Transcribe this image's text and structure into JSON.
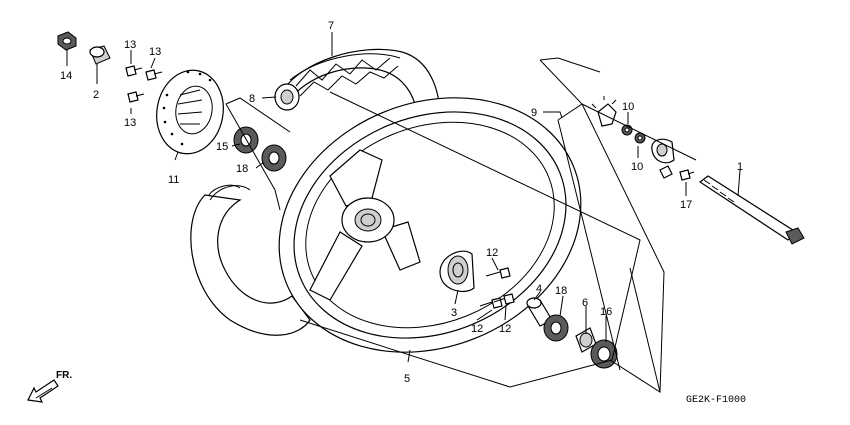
{
  "diagram": {
    "code": "GE2K-F1000",
    "direction": "FR.",
    "callouts": [
      {
        "id": "c1",
        "label": "1"
      },
      {
        "id": "c2",
        "label": "2"
      },
      {
        "id": "c3",
        "label": "3"
      },
      {
        "id": "c4",
        "label": "4"
      },
      {
        "id": "c5",
        "label": "5"
      },
      {
        "id": "c6",
        "label": "6"
      },
      {
        "id": "c7",
        "label": "7"
      },
      {
        "id": "c8",
        "label": "8"
      },
      {
        "id": "c9",
        "label": "9"
      },
      {
        "id": "c10a",
        "label": "10"
      },
      {
        "id": "c10b",
        "label": "10"
      },
      {
        "id": "c11",
        "label": "11"
      },
      {
        "id": "c12a",
        "label": "12"
      },
      {
        "id": "c12b",
        "label": "12"
      },
      {
        "id": "c12c",
        "label": "12"
      },
      {
        "id": "c13a",
        "label": "13"
      },
      {
        "id": "c13b",
        "label": "13"
      },
      {
        "id": "c13c",
        "label": "13"
      },
      {
        "id": "c14",
        "label": "14"
      },
      {
        "id": "c15",
        "label": "15"
      },
      {
        "id": "c16",
        "label": "16"
      },
      {
        "id": "c17",
        "label": "17"
      },
      {
        "id": "c18a",
        "label": "18"
      },
      {
        "id": "c18b",
        "label": "18"
      }
    ]
  }
}
